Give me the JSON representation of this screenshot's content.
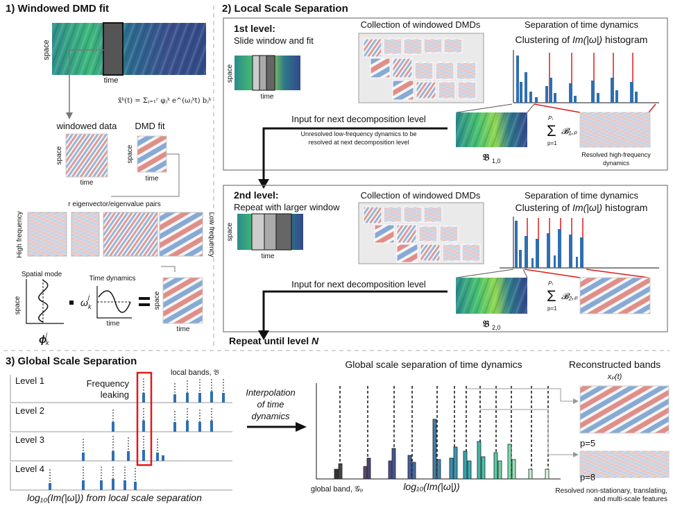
{
  "panel1": {
    "title": "1) Windowed DMD fit",
    "axis_space": "space",
    "axis_time": "time",
    "equation": "x̃ᵏ(t) = Σⱼ₌₁ʳ φⱼᵏ e^(ωⱼᵏt) bⱼᵏ",
    "windowed_data": "windowed data",
    "dmd_fit": "DMD fit",
    "pairs_label": "r eigenvector/eigenvalue pairs",
    "high_freq": "High frequency",
    "low_freq": "Low frequency",
    "spatial_mode": "Spatial mode",
    "time_dynamics": "Time dynamics",
    "phi": "ϕ",
    "phi_sup": "j",
    "phi_sub": "k",
    "omega": "ω",
    "omega_sup": "j",
    "omega_sub": "k"
  },
  "panel2": {
    "title": "2) Local Scale Separation",
    "level1_title": "1st level:",
    "level1_sub": "Slide window and fit",
    "level2_title": "2nd level:",
    "level2_sub": "Repeat with larger window",
    "collection": "Collection of windowed DMDs",
    "separation": "Separation of time dynamics",
    "clustering_pre": "Clustering of ",
    "clustering_em": "Im(|ω|)",
    "clustering_post": " histogram",
    "input_next": "Input for next decomposition level",
    "unresolved": "Unresolved low-frequency dynamics to be resolved at next decomposition level",
    "B10": "𝔅",
    "B10_sub": "1,0",
    "B20": "𝔅",
    "B20_sub": "2,0",
    "sum1": "Σ B₁,ₚ",
    "sum2": "Σ B₂,ₚ",
    "sum_top": "Pₗ",
    "sum_bot": "p=1",
    "resolved_hf": "Resolved high-frequency dynamics",
    "repeat": "Repeat until level ",
    "repeat_n": "N"
  },
  "panel3": {
    "title": "3) Global Scale Separation",
    "levels": [
      "Level 1",
      "Level 2",
      "Level 3",
      "Level 4"
    ],
    "leaking": [
      "Frequency",
      "leaking"
    ],
    "local_bands": "local bands, 𝔅",
    "xlabel": "log₁₀(Im(|ω|)) from local scale separation",
    "interp": [
      "Interpolation",
      "of time",
      "dynamics"
    ],
    "global_title": "Global scale separation of time dynamics",
    "global_band": "global band, 𝒢ₚ",
    "global_xlabel": "log₁₀(Im(|ω|))",
    "recon_title": "Reconstructed bands",
    "recon_sub": "xₚ(t)",
    "p5": "p=5",
    "p8": "p=8",
    "resolved_ns": [
      "Resolved non-stationary, translating,",
      "and multi-scale features"
    ]
  },
  "colors": {
    "accent_red": "#e01818",
    "hist_blue": "#2f6fb0",
    "dashed_gray": "#999999"
  }
}
